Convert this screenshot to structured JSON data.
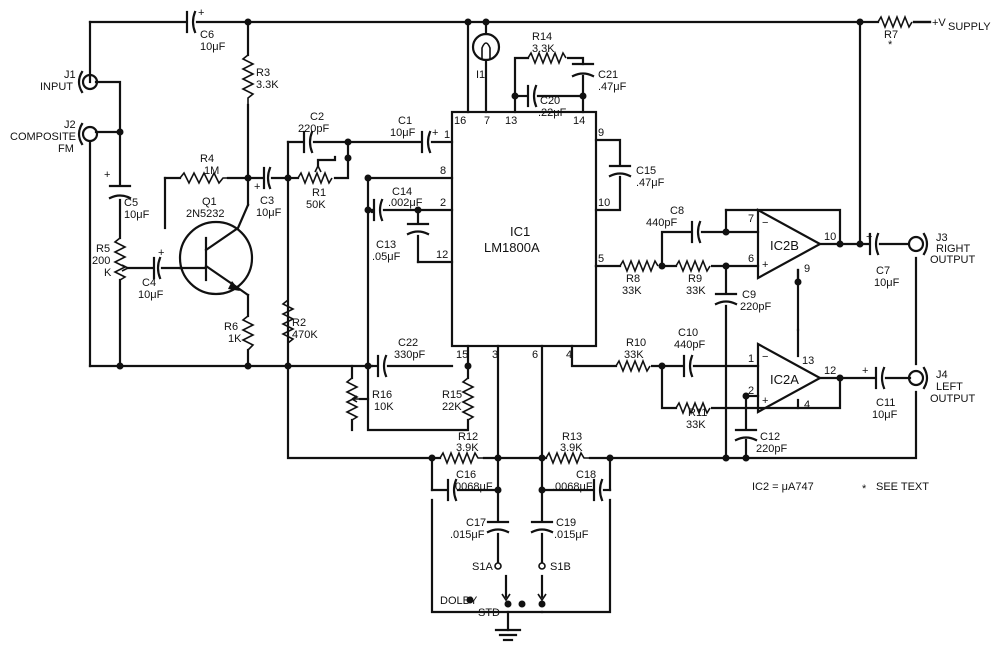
{
  "supply": "+V",
  "supply_sub": "SUPPLY",
  "asterisk": "*",
  "connectors": {
    "j1": "J1",
    "j1_label": "INPUT",
    "j2": "J2",
    "j2_label": "COMPOSITE",
    "j2_label2": "FM",
    "j3": "J3",
    "j3_label": "RIGHT",
    "j3_label2": "OUTPUT",
    "j4": "J4",
    "j4_label": "LEFT",
    "j4_label2": "OUTPUT"
  },
  "parts": {
    "c6": "C6",
    "c6v": "10μF",
    "r3": "R3",
    "r3v": "3.3K",
    "r4": "R4",
    "r4v": "1M",
    "q1": "Q1",
    "q1v": "2N5232",
    "c5": "C5",
    "c5v": "10μF",
    "r5": "R5",
    "r5v": "200",
    "r5v2": "K",
    "c4": "C4",
    "c4v": "10μF",
    "c3": "C3",
    "c3v": "10μF",
    "r6": "R6",
    "r6v": "1K",
    "r2": "R2",
    "r2v": "470K",
    "c2": "C2",
    "c2v": "220pF",
    "r1": "R1",
    "r1v": "50K",
    "c1": "C1",
    "c1v": "10μF",
    "i1": "I1",
    "r14": "R14",
    "r14v": "3.3K",
    "c21": "C21",
    "c21v": ".47μF",
    "c20": "C20",
    "c20v": ".22μF",
    "c15": "C15",
    "c15v": ".47μF",
    "c14": "C14",
    "c14v": ".002μF",
    "c13": "C13",
    "c13v": ".05μF",
    "c22": "C22",
    "c22v": "330pF",
    "r16": "R16",
    "r16v": "10K",
    "r15": "R15",
    "r15v": "22K",
    "c8": "C8",
    "c8v": "440pF",
    "r8": "R8",
    "r8v": "33K",
    "r9": "R9",
    "r9v": "33K",
    "c9": "C9",
    "c9v": "220pF",
    "r10": "R10",
    "r10v": "33K",
    "c10": "C10",
    "c10v": "440pF",
    "r11": "R11",
    "r11v": "33K",
    "c12": "C12",
    "c12v": "220pF",
    "c7": "C7",
    "c7v": "10μF",
    "c11": "C11",
    "c11v": "10μF",
    "r7": "R7",
    "r12": "R12",
    "r12v": "3.9K",
    "r13": "R13",
    "r13v": "3.9K",
    "c16": "C16",
    "c16v": ".0068μF",
    "c18": "C18",
    "c18v": ".0068μF",
    "c17": "C17",
    "c17v": ".015μF",
    "c19": "C19",
    "c19v": ".015μF",
    "s1a": "S1A",
    "s1b": "S1B",
    "dolby": "DOLBY",
    "std": "STD"
  },
  "ic1": {
    "name": "IC1",
    "part": "LM1800A"
  },
  "ic2b": "IC2B",
  "ic2a": "IC2A",
  "ic_pins": {
    "p16": "16",
    "p7": "7",
    "p13": "13",
    "p14": "14",
    "p9": "9",
    "p10": "10",
    "p1": "1",
    "p8": "8",
    "p2": "2",
    "p12": "12",
    "p5": "5",
    "p15": "15",
    "p3": "3",
    "p6": "6",
    "p4": "4"
  },
  "opamp_pins": {
    "b7": "7",
    "b6": "6",
    "b10": "10",
    "b9": "9",
    "a1": "1",
    "a2": "2",
    "a13": "13",
    "a12": "12",
    "a4": "4"
  },
  "notes": {
    "ic2": "IC2 = μA747",
    "see_text": "SEE TEXT",
    "star": "*"
  }
}
